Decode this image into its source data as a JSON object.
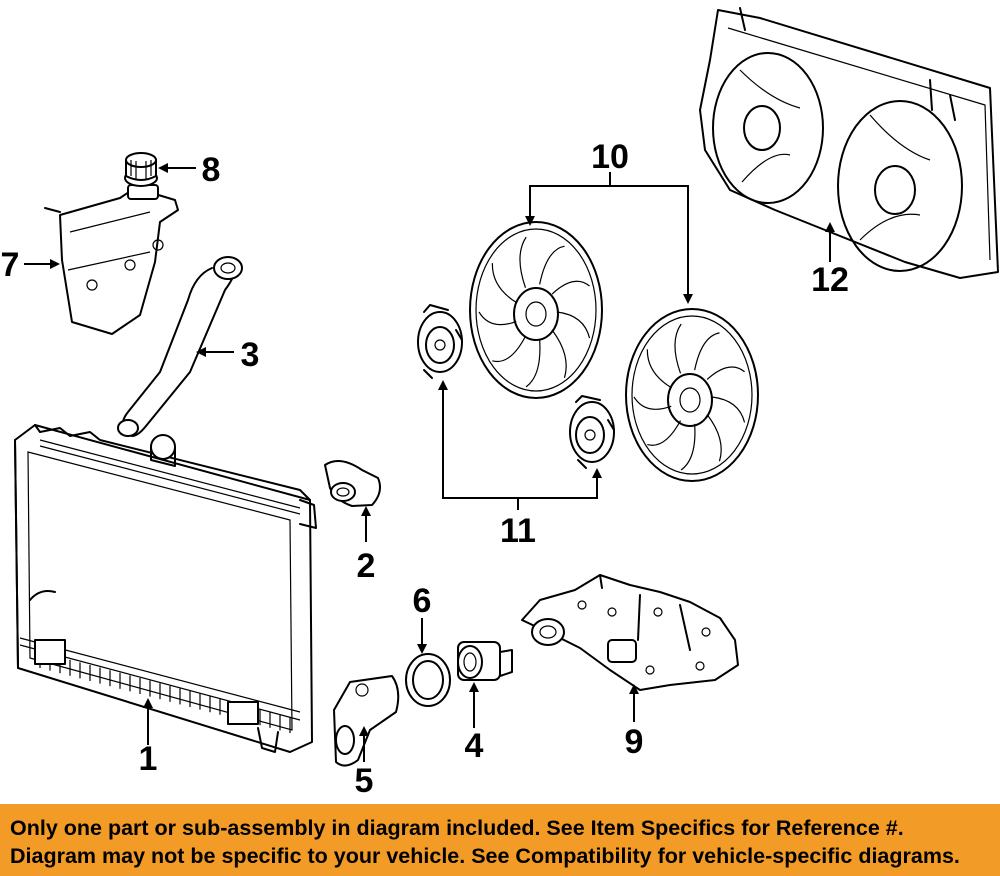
{
  "callouts": {
    "c1": "1",
    "c2": "2",
    "c3": "3",
    "c4": "4",
    "c5": "5",
    "c6": "6",
    "c7": "7",
    "c8": "8",
    "c9": "9",
    "c10": "10",
    "c11": "11",
    "c12": "12"
  },
  "banner": {
    "line1": "Only one part or sub-assembly in diagram included. See Item Specifics for Reference #.",
    "line2": "Diagram may not be specific to your vehicle. See Compatibility for vehicle-specific diagrams."
  },
  "colors": {
    "banner_bg": "#f29b26",
    "text": "#000000",
    "background": "#ffffff"
  }
}
